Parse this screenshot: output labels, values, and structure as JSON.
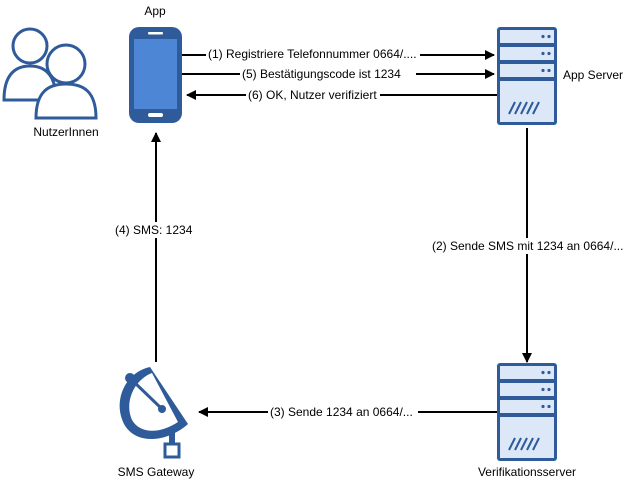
{
  "nodes": {
    "users": {
      "label": "NutzerInnen",
      "icon": "users-icon"
    },
    "app": {
      "label": "App",
      "icon": "smartphone-icon"
    },
    "app_server": {
      "label": "App Server",
      "icon": "server-icon"
    },
    "sms_gateway": {
      "label": "SMS Gateway",
      "icon": "satellite-dish-icon"
    },
    "verification_server": {
      "label": "Verifikationsserver",
      "icon": "server-icon"
    }
  },
  "edges": [
    {
      "id": "e1",
      "label": "(1) Registriere Telefonnummer 0664/...."
    },
    {
      "id": "e5",
      "label": "(5) Bestätigungscode ist 1234"
    },
    {
      "id": "e6",
      "label": "(6) OK, Nutzer verifiziert"
    },
    {
      "id": "e2",
      "label": "(2) Sende SMS mit 1234 an 0664/..."
    },
    {
      "id": "e3",
      "label": "(3) Sende 1234 an 0664/..."
    },
    {
      "id": "e4",
      "label": "(4) SMS: 1234"
    }
  ],
  "colors": {
    "icon_fill": "#2f5b9a",
    "icon_light": "#dce8f8",
    "screen": "#4e86d6",
    "line": "#000000"
  }
}
